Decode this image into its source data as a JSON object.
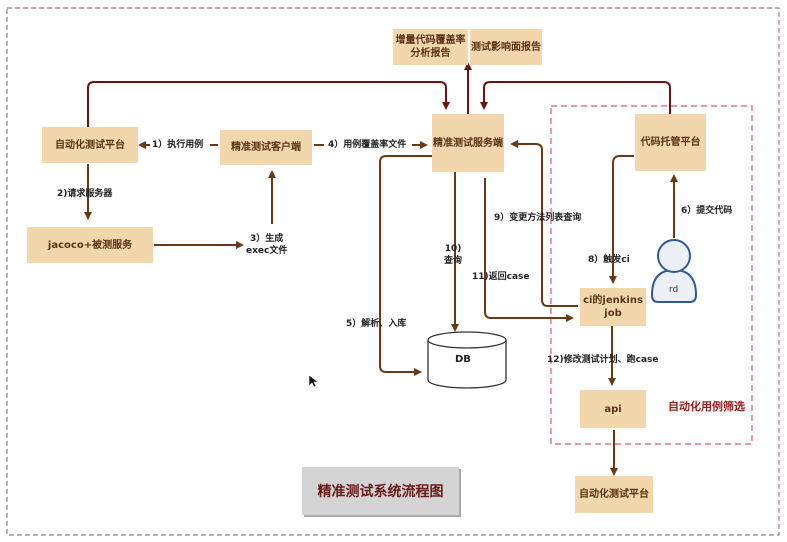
{
  "title": "精准测试系统流程图",
  "group_label": "自动化用例筛选",
  "nodes": {
    "coverage_report": "增量代码覆盖率\n分析报告",
    "impact_report": "测试影响面报告",
    "auto_platform": "自动化测试平台",
    "client": "精准测试客户端",
    "server": "精准测试服务端",
    "code_host": "代码托管平台",
    "jacoco": "jacoco+被测服务",
    "jenkins": "ci的jenkins\njob",
    "api": "api",
    "auto_platform_bottom": "自动化测试平台",
    "db": "DB",
    "rd": "rd"
  },
  "edges": {
    "e1": "1）执行用例",
    "e2": "2)请求服务器",
    "e3": "3）生成\nexec文件",
    "e4": "4）用例覆盖率文件",
    "e5": "5）解析、入库",
    "e6": "6）提交代码",
    "e8": "8）触发ci",
    "e9": "9）变更方法列表查询",
    "e10": "10)\n查询",
    "e11": "11)返回case",
    "e12": "12)修改测试计划、跑case"
  },
  "colors": {
    "node_fill": "#f2d7ad",
    "arrow": "#6b3a14",
    "group_dash": "#d45a7a",
    "title_text": "#6b1a1a"
  }
}
